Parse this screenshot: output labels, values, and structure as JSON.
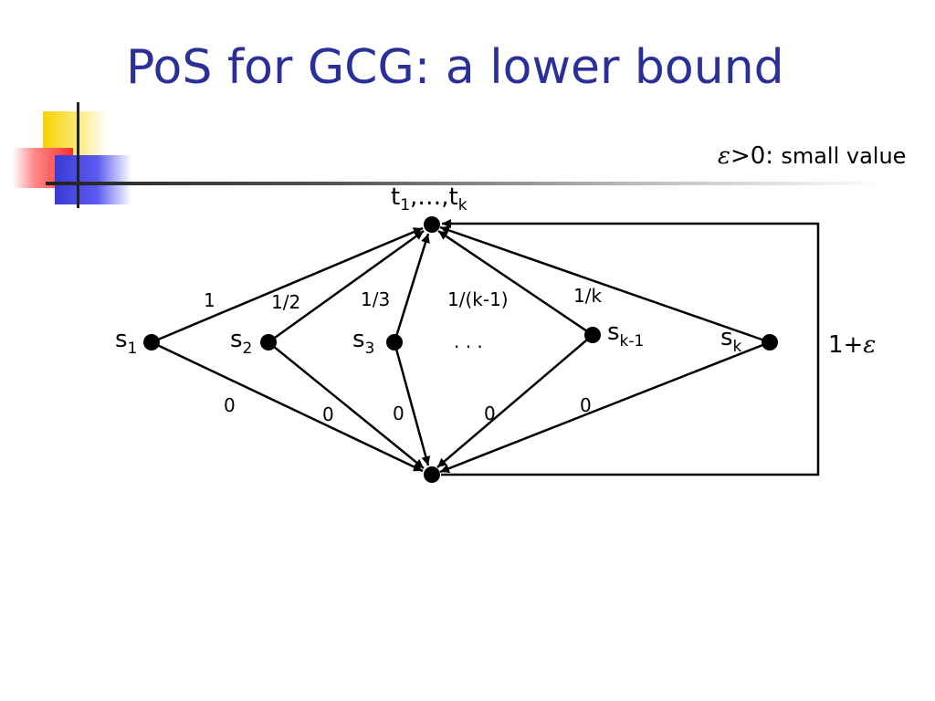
{
  "slide": {
    "title": "PoS for GCG: a lower bound",
    "note": {
      "epsilon": "ε",
      "gt": ">0:",
      "text": "small value"
    }
  },
  "graph": {
    "top_node": {
      "main": "t",
      "sub1": "1",
      "mid": ",…,t",
      "sub2": "k"
    },
    "sources": [
      {
        "main": "s",
        "sub": "1"
      },
      {
        "main": "s",
        "sub": "2"
      },
      {
        "main": "s",
        "sub": "3"
      },
      {
        "main": "s",
        "sub": "k-1"
      },
      {
        "main": "s",
        "sub": "k"
      }
    ],
    "up_labels": [
      "1",
      "1/2",
      "1/3",
      "1/(k-1)",
      "1/k"
    ],
    "down_labels": [
      "0",
      "0",
      "0",
      "0",
      "0"
    ],
    "ellipsis": ". . .",
    "loop_label": {
      "main": "1+",
      "eps": "ε"
    }
  }
}
